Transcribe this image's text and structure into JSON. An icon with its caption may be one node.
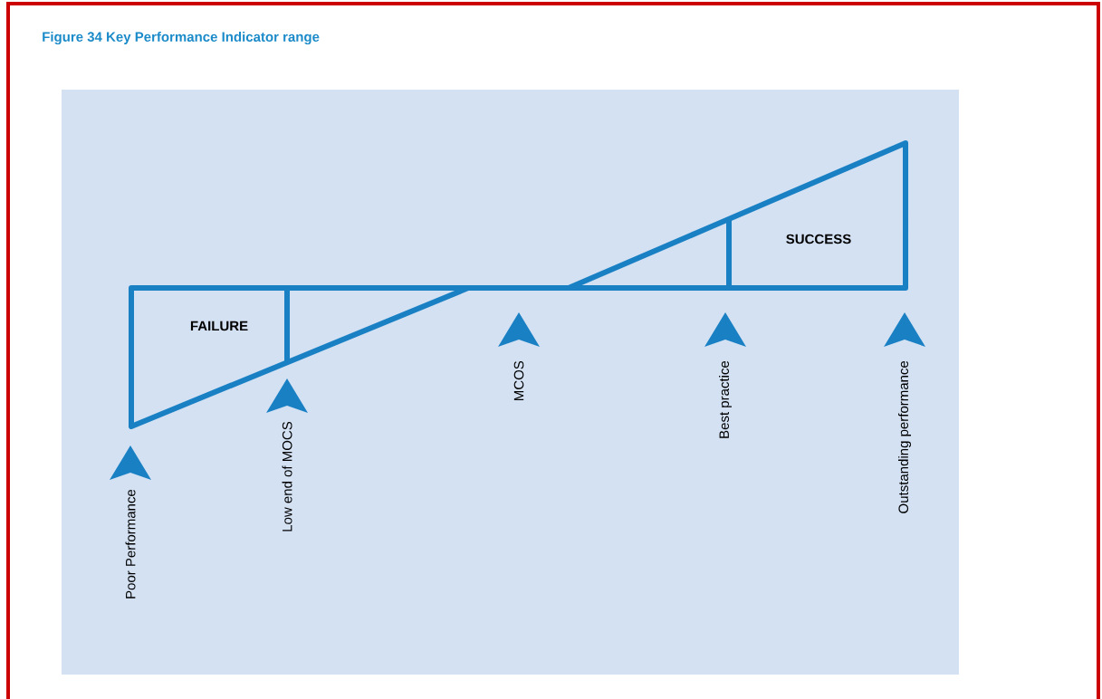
{
  "diagram": {
    "title": "Figure 34 Key Performance Indicator range",
    "labels": [
      "SUCCESS",
      "FAILURE",
      "MCOS",
      "Best practice",
      "Outstanding performance",
      "Low end of MOCS",
      "Poor Performance"
    ]
  }
}
